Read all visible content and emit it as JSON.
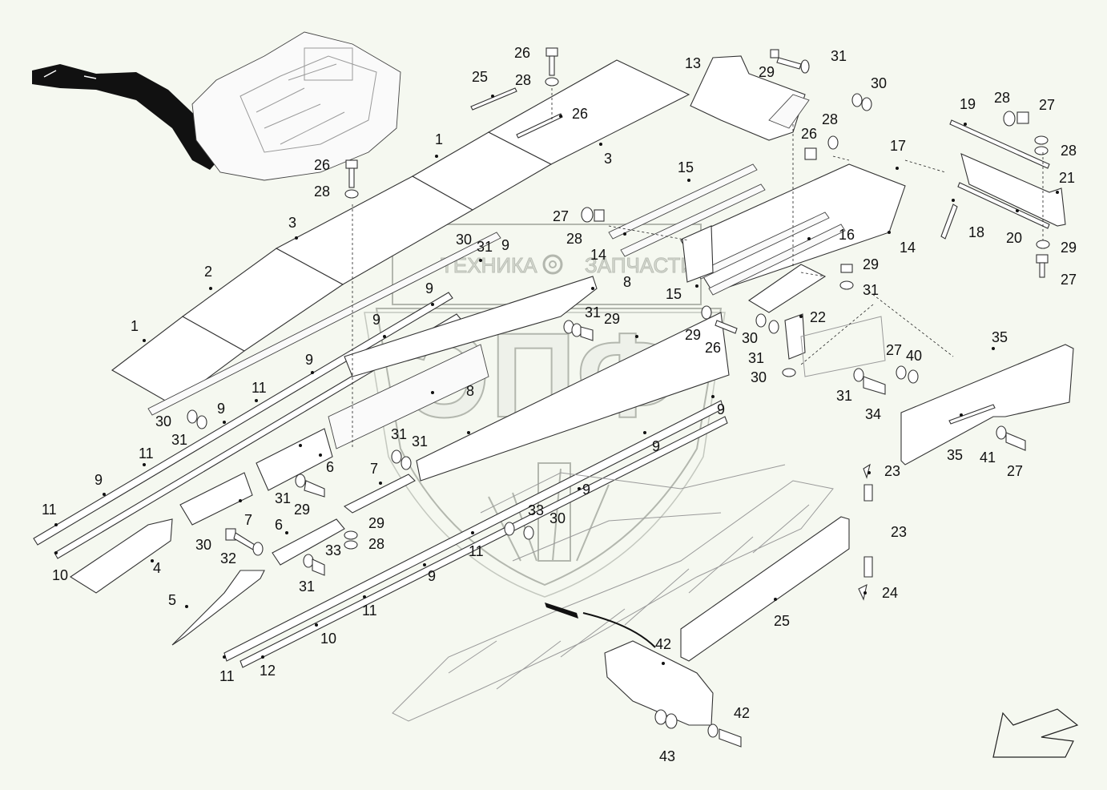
{
  "watermark": {
    "left_word": "ТЕХНИКА",
    "right_word": "ЗАПЧАСТИ",
    "gear_icon": "gear-icon",
    "logo_letters": "ЭПФ"
  },
  "labels": [
    "1",
    "1",
    "2",
    "3",
    "3",
    "4",
    "5",
    "6",
    "6",
    "7",
    "7",
    "8",
    "8",
    "9",
    "9",
    "9",
    "9",
    "9",
    "9",
    "9",
    "9",
    "9",
    "9",
    "10",
    "10",
    "11",
    "11",
    "11",
    "11",
    "11",
    "11",
    "12",
    "13",
    "14",
    "14",
    "15",
    "15",
    "16",
    "17",
    "18",
    "19",
    "20",
    "21",
    "22",
    "23",
    "23",
    "24",
    "25",
    "25",
    "26",
    "26",
    "26",
    "26",
    "26",
    "27",
    "27",
    "27",
    "27",
    "28",
    "28",
    "28",
    "28",
    "28",
    "28",
    "28",
    "29",
    "29",
    "29",
    "29",
    "29",
    "29",
    "29",
    "30",
    "30",
    "30",
    "30",
    "30",
    "30",
    "30",
    "31",
    "31",
    "31",
    "31",
    "31",
    "31",
    "31",
    "31",
    "31",
    "31",
    "31",
    "32",
    "33",
    "34",
    "35",
    "35",
    "40",
    "41",
    "42",
    "42",
    "43"
  ],
  "colors": {
    "background": "#f5f8f0",
    "ink": "#111111",
    "watermark_stroke": "#b3b7ae"
  }
}
